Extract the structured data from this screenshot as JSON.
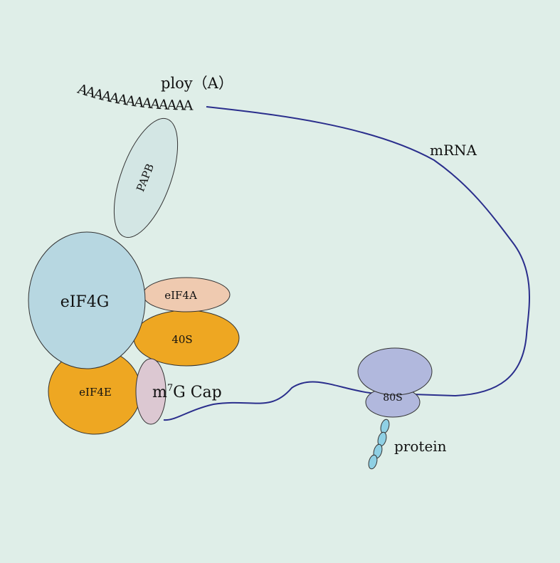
{
  "labels": {
    "polya": "ploy（A）",
    "polya_tail": "AAAAAAAAAAAAAA",
    "mrna": "mRNA",
    "papb": "PAPB",
    "eif4g": "eIF4G",
    "eif4a": "eIF4A",
    "s40": "40S",
    "eif4e": "eIF4E",
    "cap_m": "m",
    "cap_sup": "7",
    "cap_rest": "G Cap",
    "s80": "80S",
    "protein": "protein"
  },
  "colors": {
    "background": "#dfeee8",
    "mrna_line": "#2a2e8c",
    "papb": "#d3e6e4",
    "eif4g": "#b7d7e1",
    "eif4a": "#efcab0",
    "s40": "#eea722",
    "eif4e": "#eea722",
    "cap": "#dcc8d2",
    "ribosome": "#b1b8dd",
    "protein_bead": "#8fd0e4"
  }
}
